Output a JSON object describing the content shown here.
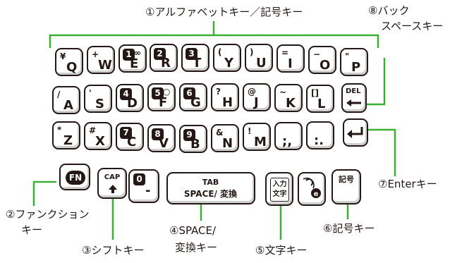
{
  "labels": {
    "alphabet_keys": "①アルファベットキー／記号キー",
    "backspace_line1": "⑧バック",
    "backspace_line2": "スペースキー",
    "enter_key": "⑦Enterキー",
    "function_line1": "②ファンクション",
    "function_line2": "キー",
    "shift_key": "③シフトキー",
    "space_line1": "④SPACE/",
    "space_line2": "変換キー",
    "char_key": "⑤文字キー",
    "symbol_key": "⑥記号キー"
  },
  "colors": {
    "accent_green": "#3cb034",
    "key_outline": "#231815"
  },
  "keys": {
    "row1": [
      {
        "main": "Q",
        "sub": "¥"
      },
      {
        "main": "W",
        "sub": "+"
      },
      {
        "main": "E",
        "sub": "∞",
        "badge": "1"
      },
      {
        "main": "R",
        "badge": "2"
      },
      {
        "main": "T",
        "badge": "3"
      },
      {
        "main": "Y",
        "sub": "("
      },
      {
        "main": "U",
        "sub": ")"
      },
      {
        "main": "I",
        "sub": "="
      },
      {
        "main": "O",
        "sub": "−"
      },
      {
        "main": "P",
        "sub": "\""
      }
    ],
    "row2": [
      {
        "main": "A",
        "sub": "/"
      },
      {
        "main": "S",
        "sub": "'"
      },
      {
        "main": "D",
        "badge": "4"
      },
      {
        "main": "F",
        "sub": "○",
        "badge": "5"
      },
      {
        "main": "G",
        "badge": "6"
      },
      {
        "main": "H",
        "sub": "?"
      },
      {
        "main": "J",
        "sub": "@"
      },
      {
        "main": "K",
        "sub": "~"
      },
      {
        "main": "L",
        "sub": "[]"
      }
    ],
    "row3": [
      {
        "main": "Z",
        "sub": "*"
      },
      {
        "main": "X",
        "sub": "#"
      },
      {
        "main": "C",
        "badge": "7"
      },
      {
        "main": "V",
        "badge": "8"
      },
      {
        "main": "B",
        "badge": "9"
      },
      {
        "main": "N",
        "sub": "&"
      },
      {
        "main": "M",
        "sub": "!"
      },
      {
        "main": ";,",
        "sub": ""
      },
      {
        "main": ":.",
        "sub": ""
      }
    ],
    "del_label": "DEL",
    "fn_label": "FN",
    "cap_label": "CAP",
    "zero_badge": "0",
    "zero_sub": "-",
    "tab_label": "TAB",
    "space_label": "SPACE",
    "henkan_label": "/ 変換",
    "nyuryoku_line1": "入力",
    "nyuryoku_line2": "文字",
    "kigou_label": "記号",
    "icons": {
      "backspace": "backspace-arrow-icon",
      "enter": "enter-arrow-icon",
      "shift": "up-arrow-icon",
      "voice": "voice-e-icon"
    }
  }
}
